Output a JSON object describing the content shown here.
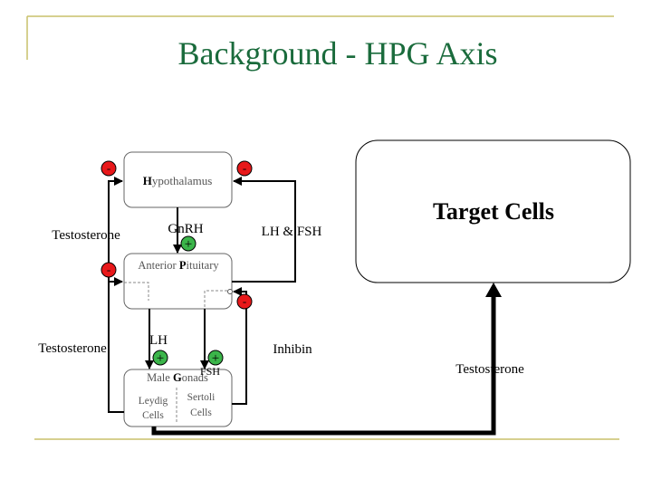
{
  "title": "Background - HPG Axis",
  "colors": {
    "title": "#1a6b3c",
    "decor_line": "#c9c16a",
    "inhibit_badge": "#e8181a",
    "stimulate_badge": "#3bb54a"
  },
  "nodes": {
    "hypothalamus": {
      "initial": "H",
      "rest": "ypothalamus"
    },
    "pituitary": {
      "pre": "Anterior ",
      "initial": "P",
      "rest": "ituitary"
    },
    "gonads": {
      "pre": "Male ",
      "initial": "G",
      "rest": "onads"
    },
    "leydig": {
      "line1": "Leydig",
      "line2": "Cells"
    },
    "sertoli": {
      "line1": "Sertoli",
      "line2": "Cells"
    },
    "target": "Target Cells"
  },
  "labels": {
    "gnrh": "GnRH",
    "lh_fsh": "LH & FSH",
    "testosterone_top": "Testosterone",
    "testosterone_mid": "Testosterone",
    "testosterone_right": "Testosterone",
    "lh": "LH",
    "fsh": "FSH",
    "inhibin": "Inhibin"
  },
  "signs": {
    "minus": "-",
    "plus": "+"
  }
}
